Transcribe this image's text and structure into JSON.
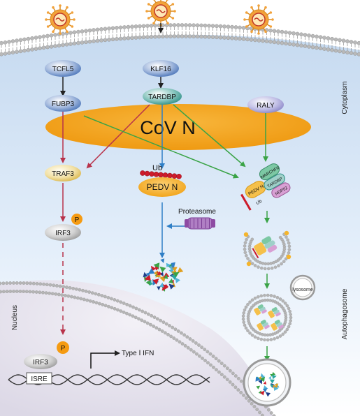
{
  "labels": {
    "tcfl5": "TCFL5",
    "klf16": "KLF16",
    "fubp3": "FUBP3",
    "tardbp": "TARDBP",
    "raly": "RALY",
    "cov_n": "CoV N",
    "traf3": "TRAF3",
    "ub": "Ub",
    "pedv_n": "PEDV N",
    "proteasome": "Proteasome",
    "irf3": "IRF3",
    "p": "P",
    "cytoplasm": "Cytoplasm",
    "nucleus": "Nucleus",
    "autophagosome": "Autophagosome",
    "lysosome": "lysosome",
    "type_i_ifn": "Type Ⅰ IFN",
    "isre": "ISRE",
    "complex_pedv_n": "PEDV N",
    "complex_marchf6": "MARCHF6",
    "complex_tardbp": "TARDBP",
    "complex_ndp52": "NDP52",
    "complex_ub": "Ub"
  },
  "colors": {
    "virus_shell": "#f2a23a",
    "virus_core": "#c0392b",
    "membrane_bead": "#b5b5b5",
    "cytoplasm_top": "#cfe0f2",
    "cytoplasm_bottom": "#ffffff",
    "nucleus": "#e9e6f0",
    "cov_n": "#f5a51c",
    "node_blue": "#4a74b8",
    "node_teal": "#2e8f86",
    "node_purple": "#8a86c8",
    "node_yellow": "#e8c86a",
    "node_gray": "#aaaaaa",
    "pedv_n": "#f5b52c",
    "ub_red": "#cc1b2b",
    "arrow_black": "#222222",
    "arrow_red": "#b8324a",
    "arrow_blue": "#2f7fc6",
    "arrow_green": "#3aa346",
    "proteasome": "#8e4ba3",
    "phospho": "#f59b12"
  }
}
